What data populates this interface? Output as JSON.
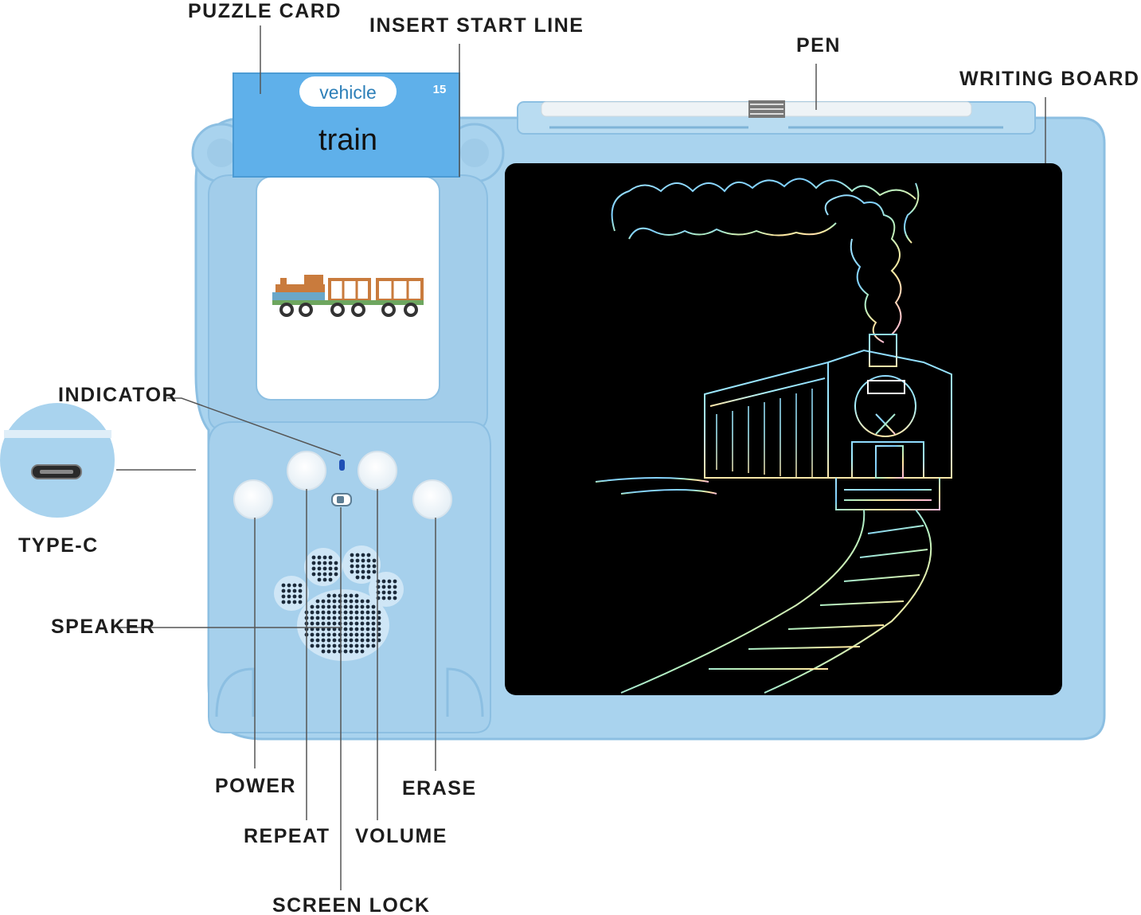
{
  "labels": {
    "puzzle_card": "PUZZLE CARD",
    "insert_start_line": "INSERT START LINE",
    "pen": "PEN",
    "writing_board": "WRITING BOARD",
    "indicator": "INDICATOR",
    "type_c": "TYPE-C",
    "speaker": "SPEAKER",
    "power": "POWER",
    "repeat": "REPEAT",
    "volume": "VOLUME",
    "erase": "ERASE",
    "screen_lock": "SCREEN LOCK"
  },
  "card": {
    "category": "vehicle",
    "number": "15",
    "word": "train"
  },
  "colors": {
    "device_body": "#a9d3ee",
    "device_edge": "#8cbfe2",
    "card_header": "#5fb0ea",
    "screen": "#000000",
    "leader_line": "#555555",
    "label_text": "#1d1d1d"
  }
}
